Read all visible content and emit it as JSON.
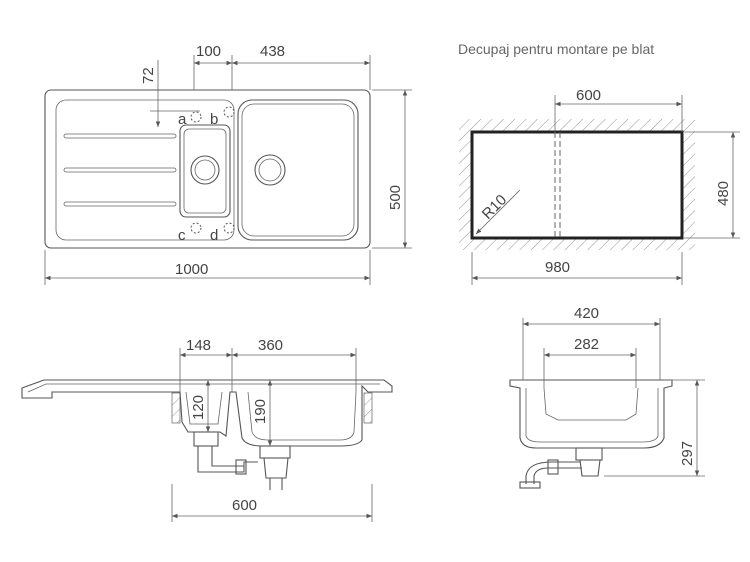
{
  "caption": "Decupaj pentru montare pe blat",
  "top_view": {
    "dim_72": "72",
    "dim_100": "100",
    "dim_438": "438",
    "dim_500": "500",
    "dim_1000": "1000",
    "label_a": "a",
    "label_b": "b",
    "label_c": "c",
    "label_d": "d"
  },
  "cutout": {
    "dim_600": "600",
    "dim_480": "480",
    "dim_980": "980",
    "radius": "R10"
  },
  "side_view": {
    "dim_148": "148",
    "dim_360": "360",
    "dim_120": "120",
    "dim_190": "190",
    "dim_600": "600"
  },
  "end_view": {
    "dim_420": "420",
    "dim_282": "282",
    "dim_297": "297"
  },
  "colors": {
    "line": "#555555",
    "text": "#444444"
  }
}
